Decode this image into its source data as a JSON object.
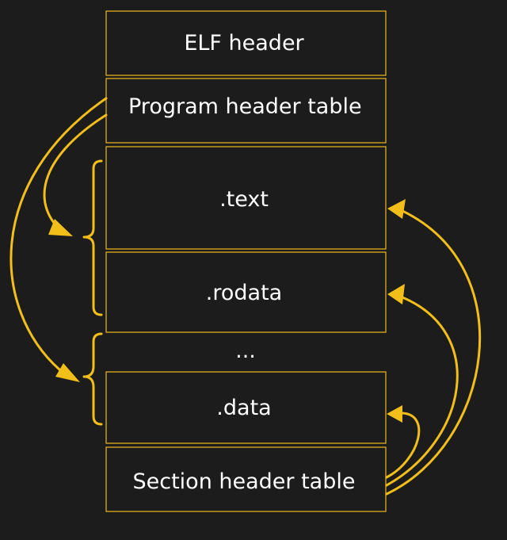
{
  "diagram": {
    "blocks": {
      "elf_header": "ELF header",
      "program_header_table": "Program header table",
      "text": ".text",
      "rodata": ".rodata",
      "ellipsis": "...",
      "data": ".data",
      "section_header_table": "Section header table"
    },
    "colors": {
      "background": "#1c1c1c",
      "border": "#e0ad1e",
      "arrow": "#f2be1a",
      "text": "#ffffff"
    }
  }
}
